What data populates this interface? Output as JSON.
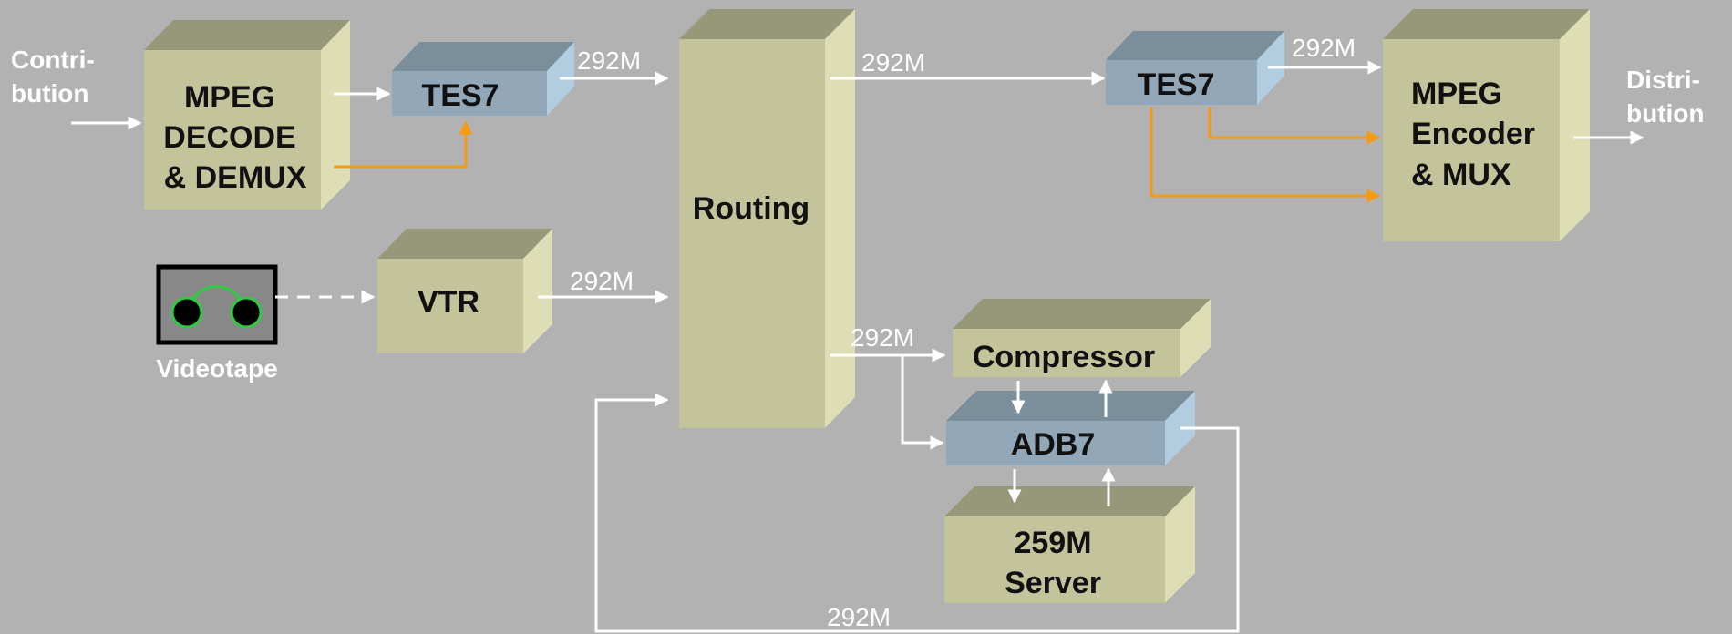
{
  "labels": {
    "contribution_1": "Contri-",
    "contribution_2": "bution",
    "distribution_1": "Distri-",
    "distribution_2": "bution",
    "videotape": "Videotape"
  },
  "blocks": {
    "decode_1": "MPEG",
    "decode_2": "DECODE",
    "decode_3": "& DEMUX",
    "tes7_left": "TES7",
    "vtr": "VTR",
    "routing": "Routing",
    "tes7_right": "TES7",
    "encoder_1": "MPEG",
    "encoder_2": "Encoder",
    "encoder_3": "& MUX",
    "compressor": "Compressor",
    "adb7": "ADB7",
    "server_1": "259M",
    "server_2": "Server"
  },
  "rates": {
    "tes7_to_routing": "292M",
    "routing_to_tes7": "292M",
    "tes7_to_encoder": "292M",
    "vtr_to_routing": "292M",
    "routing_to_compressor": "292M",
    "loop_back": "292M"
  },
  "colors": {
    "background": "#b2b2b2",
    "olive_face": "#c4c49c",
    "olive_top": "#97977a",
    "olive_side": "#dedeb6",
    "blue_face": "#92a8b8",
    "blue_top": "#7a8e9c",
    "blue_side": "#b3cde0",
    "signal_line": "#ffffff",
    "control_line": "#f39c12"
  }
}
